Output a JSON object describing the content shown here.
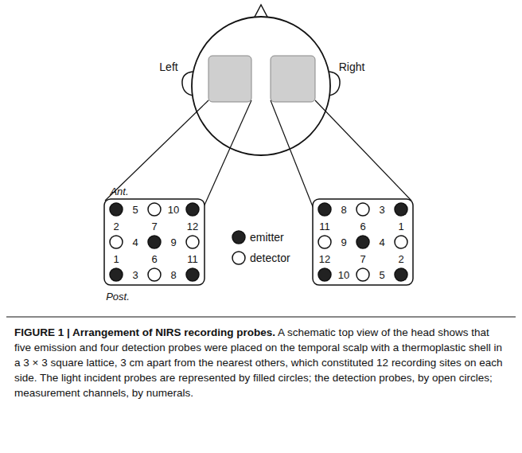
{
  "diagram": {
    "title": "FIGURE 1 | Arrangement of NIRS recording probes.",
    "caption": "A schematic top view of the head shows that five emission and four detection probes were placed on the temporal scalp with a thermoplastic shell in a 3 × 3 square lattice, 3 cm apart from the nearest others, which constituted 12 recording sites on each side. The light incident probes are represented by filled circles; the detection probes, by open circles; measurement channels, by numerals.",
    "labels": [
      "Left",
      "Right",
      "Ant.",
      "Post.",
      "5",
      "10",
      "2",
      "7",
      "12",
      "4",
      "9",
      "1",
      "6",
      "11",
      "3",
      "8",
      "8",
      "3",
      "11",
      "6",
      "1",
      "9",
      "4",
      "12",
      "7",
      "2",
      "10",
      "5"
    ],
    "legend": [
      {
        "text": "emitter"
      },
      {
        "text": "detector"
      }
    ]
  }
}
